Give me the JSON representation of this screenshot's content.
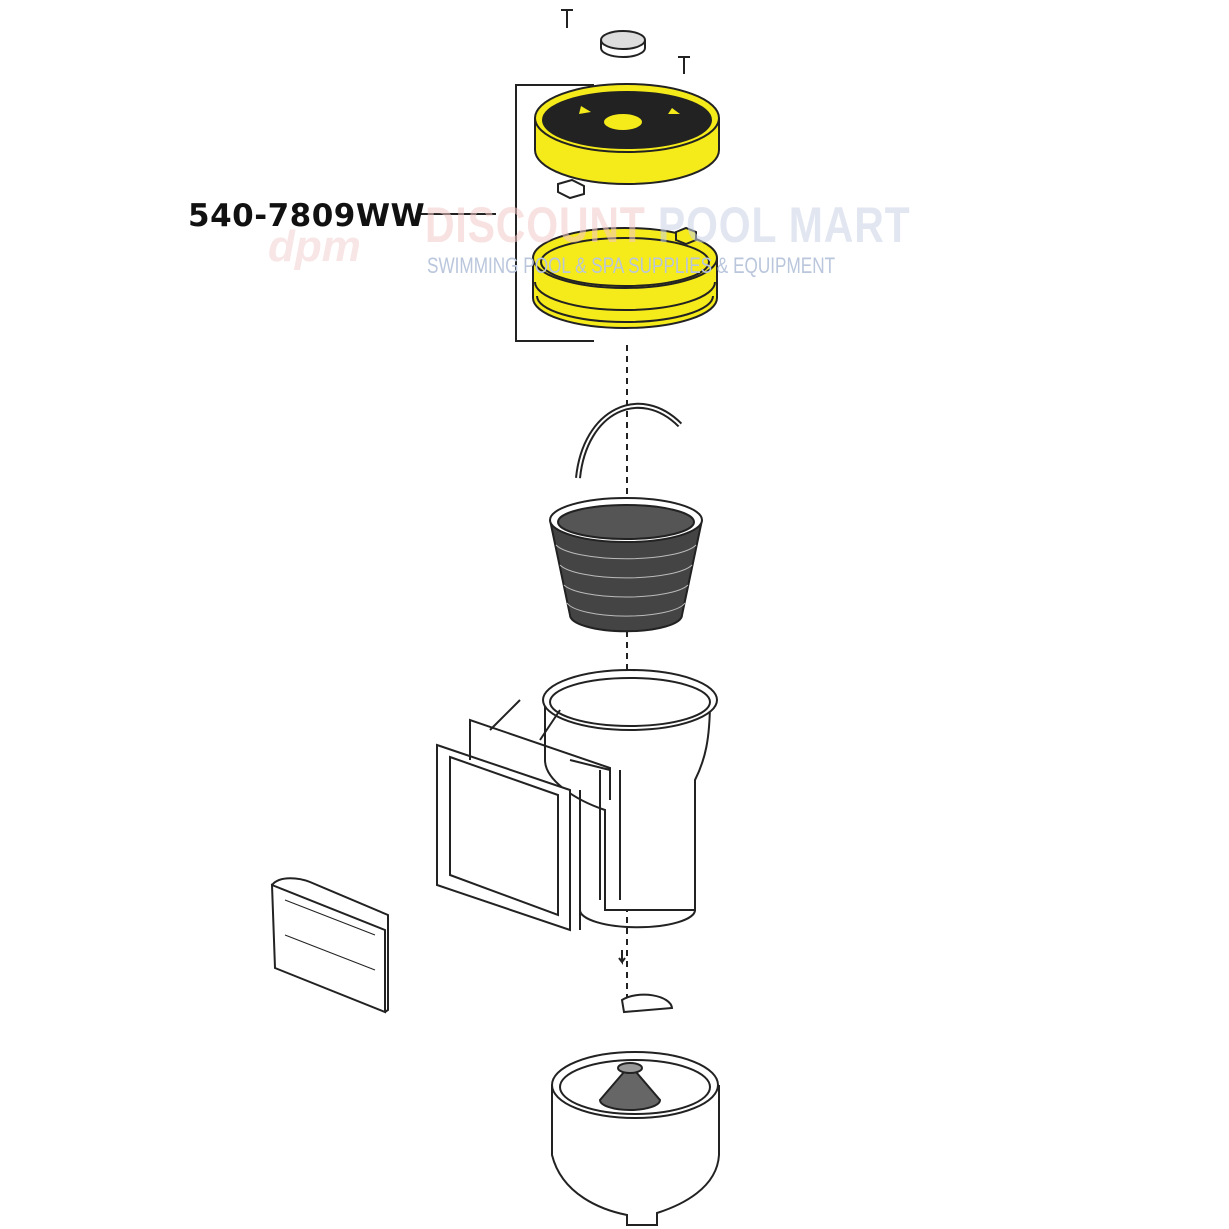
{
  "callout": {
    "part_number": "540-7809WW"
  },
  "watermark": {
    "logo": "dpm",
    "title_red": "DISCOUNT ",
    "title_blue": "POOL MART",
    "subtitle": "SWIMMING POOL & SPA SUPPLIES & EQUIPMENT"
  },
  "colors": {
    "highlight": "#f5ea1a",
    "line": "#222222"
  }
}
